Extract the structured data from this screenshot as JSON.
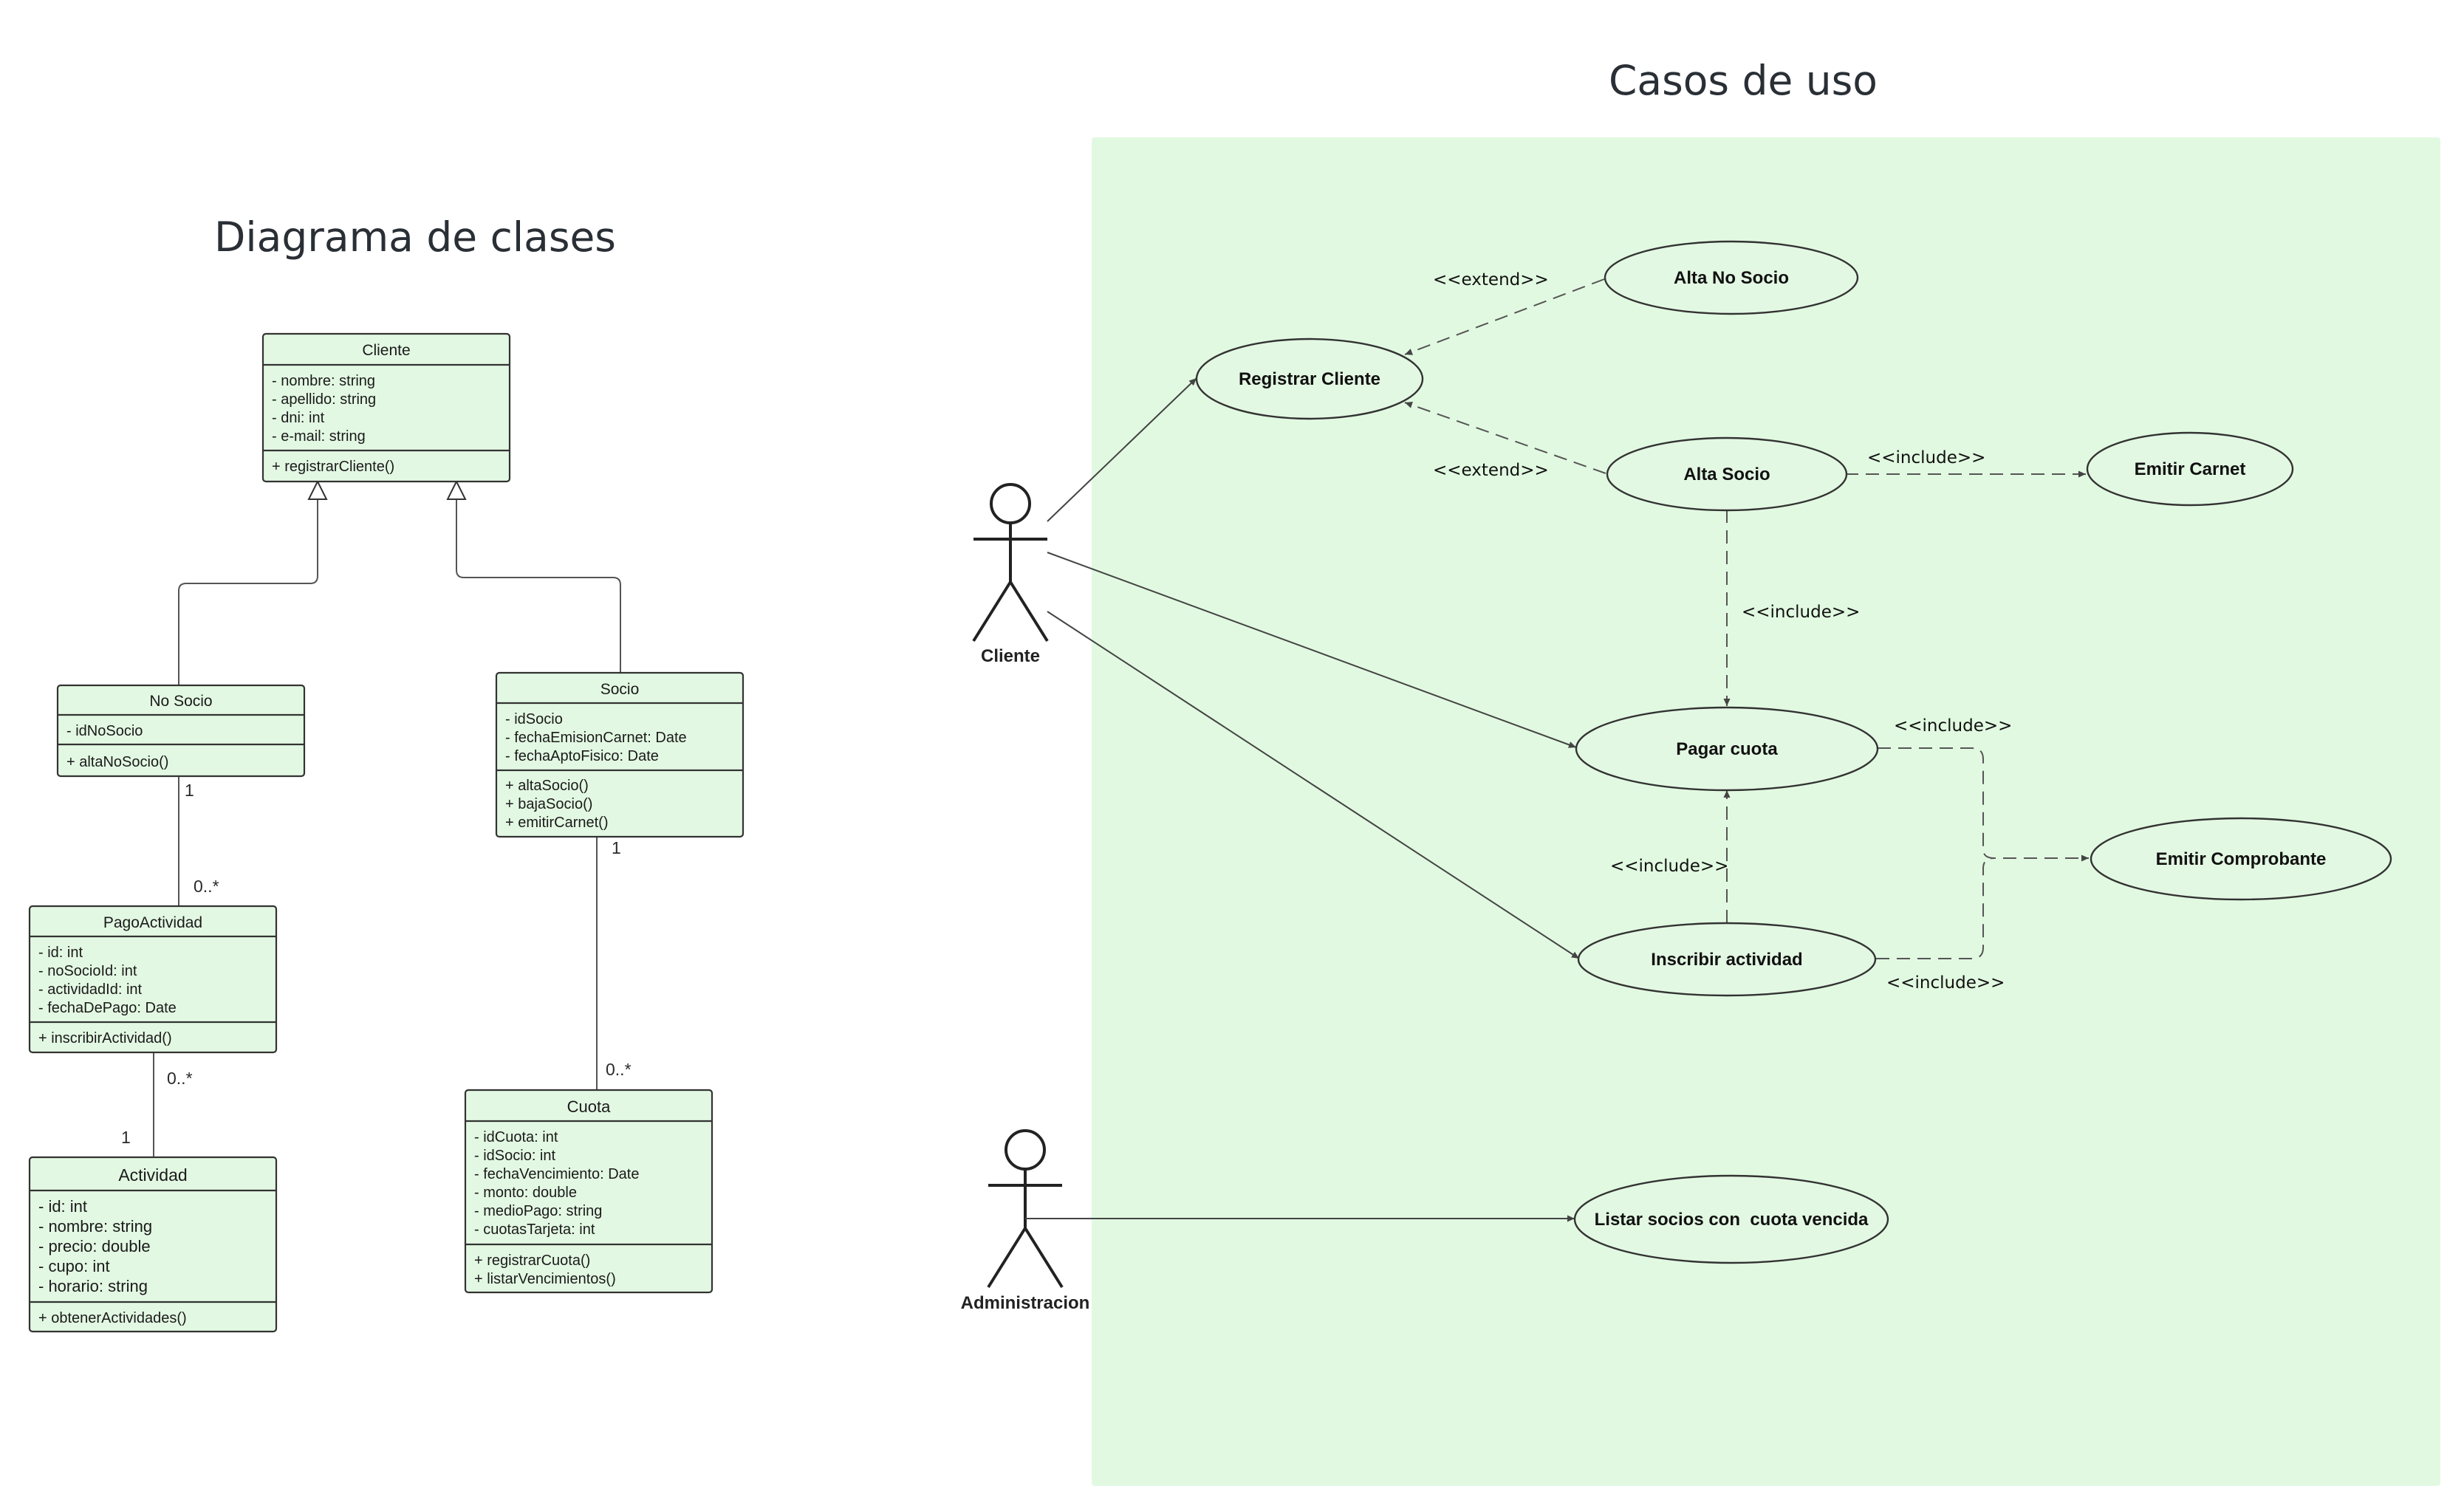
{
  "titles": {
    "class_diagram": "Diagrama de clases",
    "use_cases": "Casos de uso"
  },
  "colors": {
    "fill": "#e3f8e3",
    "stroke": "#333333",
    "panel": "#e1f9e1"
  },
  "classes": {
    "cliente": {
      "name": "Cliente",
      "attributes": [
        "- nombre: string",
        "- apellido: string",
        "- dni: int",
        "- e-mail: string"
      ],
      "methods": [
        "+ registrarCliente()"
      ]
    },
    "nosocio": {
      "name": "No Socio",
      "attributes": [
        "- idNoSocio"
      ],
      "methods": [
        "+ altaNoSocio()"
      ]
    },
    "socio": {
      "name": "Socio",
      "attributes": [
        "- idSocio",
        "- fechaEmisionCarnet: Date",
        "- fechaAptoFisico: Date"
      ],
      "methods": [
        "+ altaSocio()",
        "+ bajaSocio()",
        "+ emitirCarnet()"
      ]
    },
    "pagoactividad": {
      "name": "PagoActividad",
      "attributes": [
        "- id: int",
        "- noSocioId: int",
        "- actividadId: int",
        "- fechaDePago: Date"
      ],
      "methods": [
        "+ inscribirActividad()"
      ]
    },
    "actividad": {
      "name": "Actividad",
      "attributes": [
        "- id: int",
        "- nombre: string",
        "- precio: double",
        "- cupo: int",
        "- horario: string"
      ],
      "methods": [
        "+ obtenerActividades()"
      ]
    },
    "cuota": {
      "name": "Cuota",
      "attributes": [
        "- idCuota: int",
        "- idSocio: int",
        "- fechaVencimiento: Date",
        "- monto: double",
        "- medioPago: string",
        "- cuotasTarjeta: int"
      ],
      "methods": [
        "+ registrarCuota()",
        "+ listarVencimientos()"
      ]
    }
  },
  "multiplicities": {
    "nosocio_pago_1": "1",
    "nosocio_pago_n": "0..*",
    "pago_actividad_n": "0..*",
    "pago_actividad_1": "1",
    "socio_cuota_1": "1",
    "socio_cuota_n": "0..*"
  },
  "actors": {
    "cliente": "Cliente",
    "admin": "Administracion"
  },
  "use_cases": {
    "registrar": "Registrar Cliente",
    "alta_no_socio": "Alta No Socio",
    "alta_socio": "Alta Socio",
    "emitir_carnet": "Emitir Carnet",
    "pagar_cuota": "Pagar cuota",
    "emitir_comprobante": "Emitir Comprobante",
    "inscribir": "Inscribir actividad",
    "listar": "Listar socios con  cuota vencida"
  },
  "stereotypes": {
    "extend_no_socio": "<<extend>>",
    "extend_socio": "<<extend>>",
    "include_carnet": "<<include>>",
    "include_pagar": "<<include>>",
    "include_comprobante_pagar": "<<include>>",
    "include_inscribir_pagar": "<<include>>",
    "include_comprobante_inscribir": "<<include>>"
  }
}
